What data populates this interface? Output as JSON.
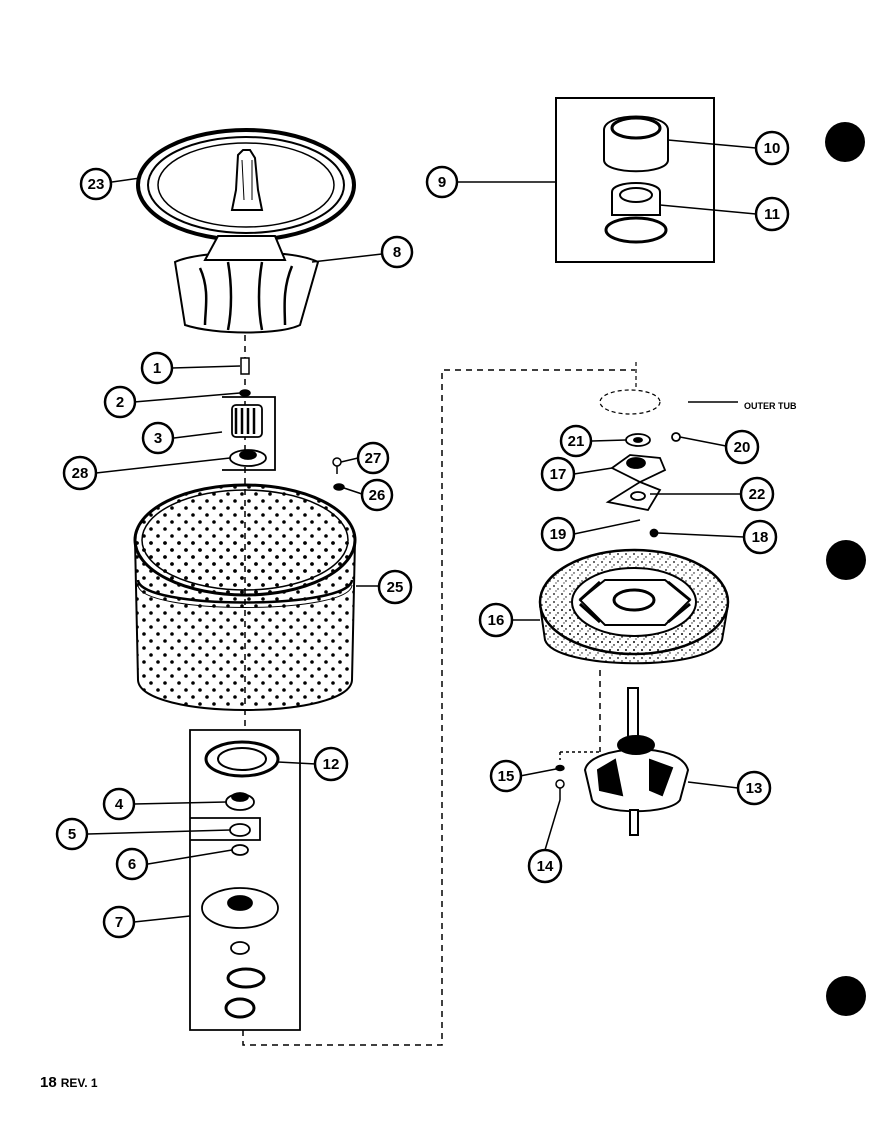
{
  "diagram": {
    "callouts": [
      {
        "id": "23",
        "label": "23"
      },
      {
        "id": "8",
        "label": "8"
      },
      {
        "id": "1",
        "label": "1"
      },
      {
        "id": "2",
        "label": "2"
      },
      {
        "id": "3",
        "label": "3"
      },
      {
        "id": "28",
        "label": "28"
      },
      {
        "id": "27",
        "label": "27"
      },
      {
        "id": "26",
        "label": "26"
      },
      {
        "id": "25",
        "label": "25"
      },
      {
        "id": "12",
        "label": "12"
      },
      {
        "id": "4",
        "label": "4"
      },
      {
        "id": "5",
        "label": "5"
      },
      {
        "id": "6",
        "label": "6"
      },
      {
        "id": "7",
        "label": "7"
      },
      {
        "id": "9",
        "label": "9"
      },
      {
        "id": "10",
        "label": "10"
      },
      {
        "id": "11",
        "label": "11"
      },
      {
        "id": "21",
        "label": "21"
      },
      {
        "id": "20",
        "label": "20"
      },
      {
        "id": "17",
        "label": "17"
      },
      {
        "id": "22",
        "label": "22"
      },
      {
        "id": "19",
        "label": "19"
      },
      {
        "id": "18",
        "label": "18"
      },
      {
        "id": "16",
        "label": "16"
      },
      {
        "id": "15",
        "label": "15"
      },
      {
        "id": "13",
        "label": "13"
      },
      {
        "id": "14",
        "label": "14"
      }
    ],
    "outer_tub_note": "OUTER TUB"
  },
  "footer": {
    "page": "18",
    "revision": "REV. 1"
  }
}
